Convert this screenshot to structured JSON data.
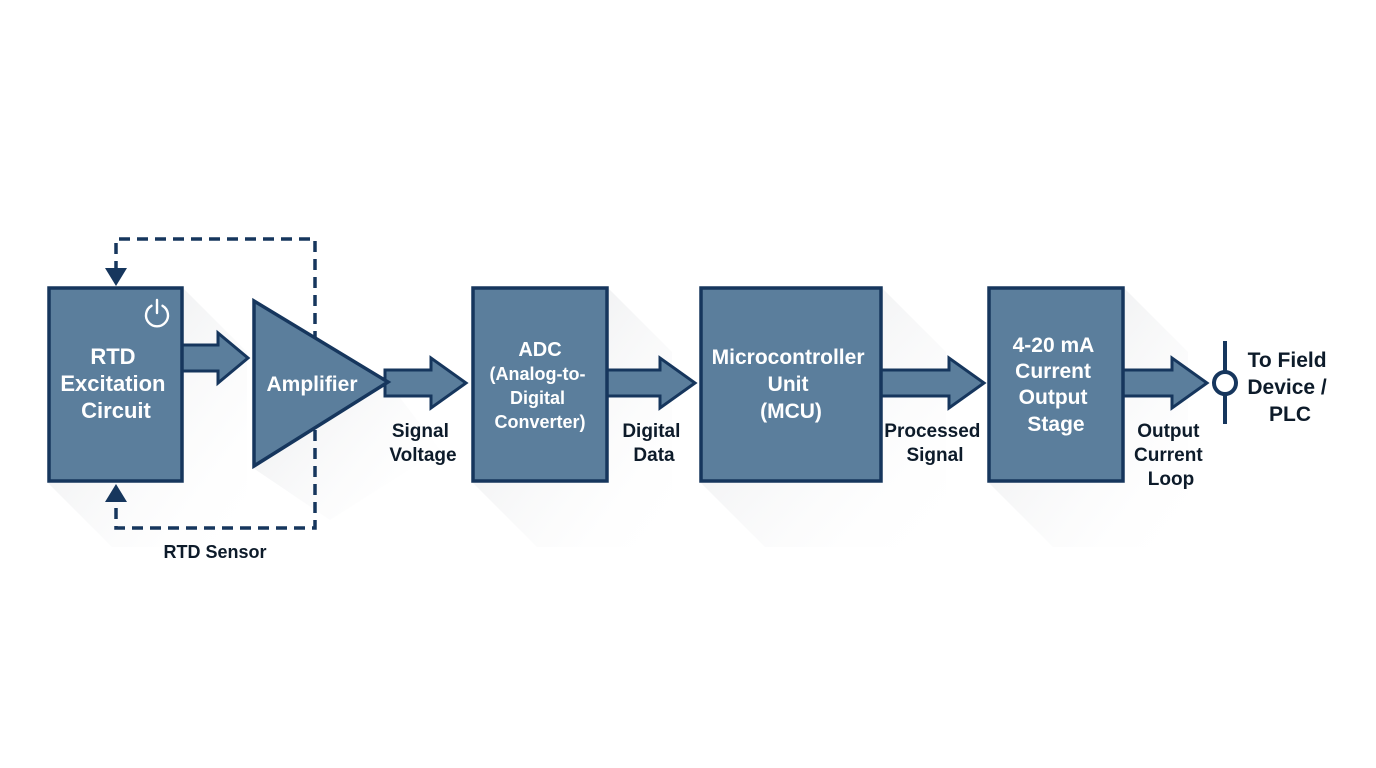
{
  "colors": {
    "block_fill": "#5b7e9c",
    "block_stroke": "#16365d",
    "arrow_fill": "#5b7e9c",
    "arrow_stroke": "#16365d",
    "dashed_line": "#16365d",
    "label_text": "#0d1b2a",
    "block_text": "#ffffff",
    "background": "#ffffff"
  },
  "blocks": {
    "excitation": {
      "lines": [
        "RTD",
        "Excitation",
        "Circuit"
      ],
      "icon": "power-icon"
    },
    "amplifier": {
      "lines": [
        "Amplifier"
      ]
    },
    "adc": {
      "lines": [
        "ADC",
        "(Analog-to-",
        "Digital",
        "Converter)"
      ]
    },
    "mcu": {
      "lines": [
        "Microcontroller",
        "Unit",
        "(MCU)"
      ]
    },
    "output_stage": {
      "lines": [
        "4-20 mA",
        "Current",
        "Output",
        "Stage"
      ]
    }
  },
  "labels": {
    "rtd_sensor": "RTD Sensor",
    "signal_voltage": [
      "Signal",
      "Voltage"
    ],
    "digital_data": [
      "Digital",
      "Data"
    ],
    "processed_signal": [
      "Processed",
      "Signal"
    ],
    "output_current_loop": [
      "Output",
      "Current",
      "Loop"
    ],
    "field_device": [
      "To Field",
      "Device /",
      "PLC"
    ]
  }
}
